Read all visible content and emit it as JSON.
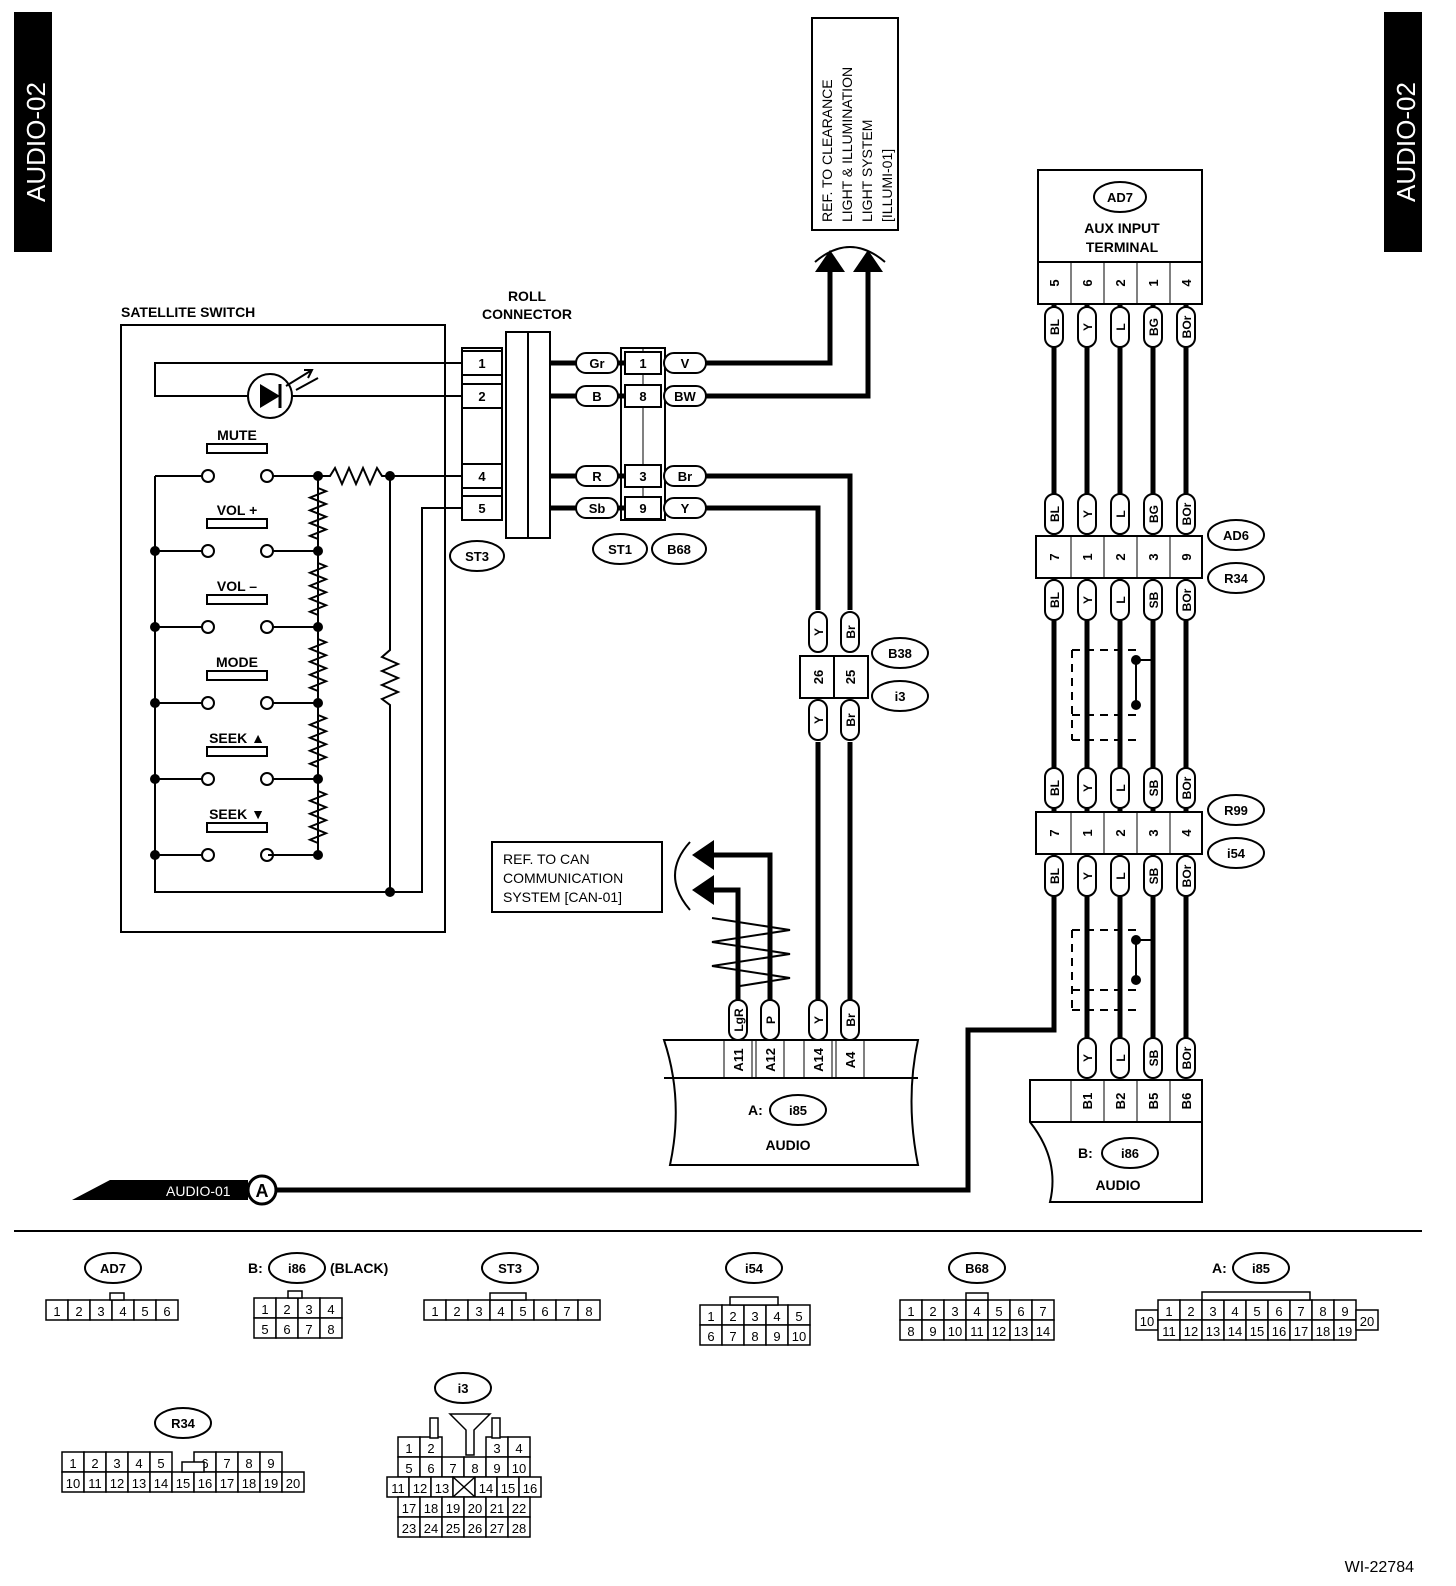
{
  "side_tags": {
    "left": "AUDIO-02",
    "right": "AUDIO-02"
  },
  "figure_id": "WI-22784",
  "ref_illum": {
    "lines": [
      "REF. TO CLEARANCE",
      "LIGHT & ILLUMINATION",
      "LIGHT SYSTEM",
      "[ILLUMI-01]"
    ]
  },
  "ref_can": {
    "lines": [
      "REF. TO CAN",
      "COMMUNICATION",
      "SYSTEM  [CAN-01]"
    ]
  },
  "satellite": {
    "title": "SATELLITE SWITCH",
    "buttons": [
      "MUTE",
      "VOL +",
      "VOL –",
      "MODE",
      "SEEK ▲",
      "SEEK ▼"
    ]
  },
  "roll": {
    "title_1": "ROLL",
    "title_2": "CONNECTOR",
    "pins": [
      "1",
      "2",
      "4",
      "5"
    ]
  },
  "st1": {
    "pins": [
      "1",
      "8",
      "3",
      "9"
    ],
    "left_colors": [
      "Gr",
      "B",
      "R",
      "Sb"
    ],
    "right_colors": [
      "V",
      "BW",
      "Br",
      "Y"
    ]
  },
  "connector_tags": {
    "ST3": "ST3",
    "ST1": "ST1",
    "B68": "B68",
    "B38": "B38",
    "i3": "i3",
    "AD6": "AD6",
    "R34": "R34",
    "R99": "R99",
    "i54": "i54",
    "AD7": "AD7"
  },
  "b38": {
    "pins": [
      "26",
      "25"
    ],
    "upper": [
      "Y",
      "Br"
    ],
    "lower": [
      "Y",
      "Br"
    ]
  },
  "aux": {
    "tag": "AD7",
    "line_1": "AUX INPUT",
    "line_2": "TERMINAL",
    "pins": [
      "5",
      "6",
      "2",
      "1",
      "4"
    ],
    "colors": [
      "BL",
      "Y",
      "L",
      "BG",
      "BOr"
    ]
  },
  "ad6": {
    "upper": [
      "BL",
      "Y",
      "L",
      "BG",
      "BOr"
    ],
    "pins": [
      "7",
      "1",
      "2",
      "3",
      "9"
    ],
    "lower": [
      "BL",
      "Y",
      "L",
      "SB",
      "BOr"
    ]
  },
  "r99": {
    "upper": [
      "BL",
      "Y",
      "L",
      "SB",
      "BOr"
    ],
    "pins": [
      "7",
      "1",
      "2",
      "3",
      "4"
    ],
    "lower": [
      "BL",
      "Y",
      "L",
      "SB",
      "BOr"
    ]
  },
  "audio_a": {
    "prefix": "A:",
    "tag": "i85",
    "name": "AUDIO",
    "pins": [
      "A11",
      "A12",
      "A14",
      "A4"
    ],
    "colors": [
      "LgR",
      "P",
      "Y",
      "Br"
    ]
  },
  "audio_b": {
    "prefix": "B:",
    "tag": "i86",
    "name": "AUDIO",
    "pins": [
      "B1",
      "B2",
      "B5",
      "B6"
    ],
    "colors": [
      "Y",
      "L",
      "SB",
      "BOr"
    ]
  },
  "audio01": {
    "label": "AUDIO-01",
    "letter": "A"
  },
  "legend": {
    "ad7": {
      "tag": "AD7"
    },
    "i86": {
      "prefix": "B:",
      "tag": "i86",
      "note": "(BLACK)"
    },
    "st3": {
      "tag": "ST3"
    },
    "i54": {
      "tag": "i54"
    },
    "b68": {
      "tag": "B68"
    },
    "i85": {
      "prefix": "A:",
      "tag": "i85"
    },
    "r34": {
      "tag": "R34"
    },
    "i3": {
      "tag": "i3"
    }
  }
}
